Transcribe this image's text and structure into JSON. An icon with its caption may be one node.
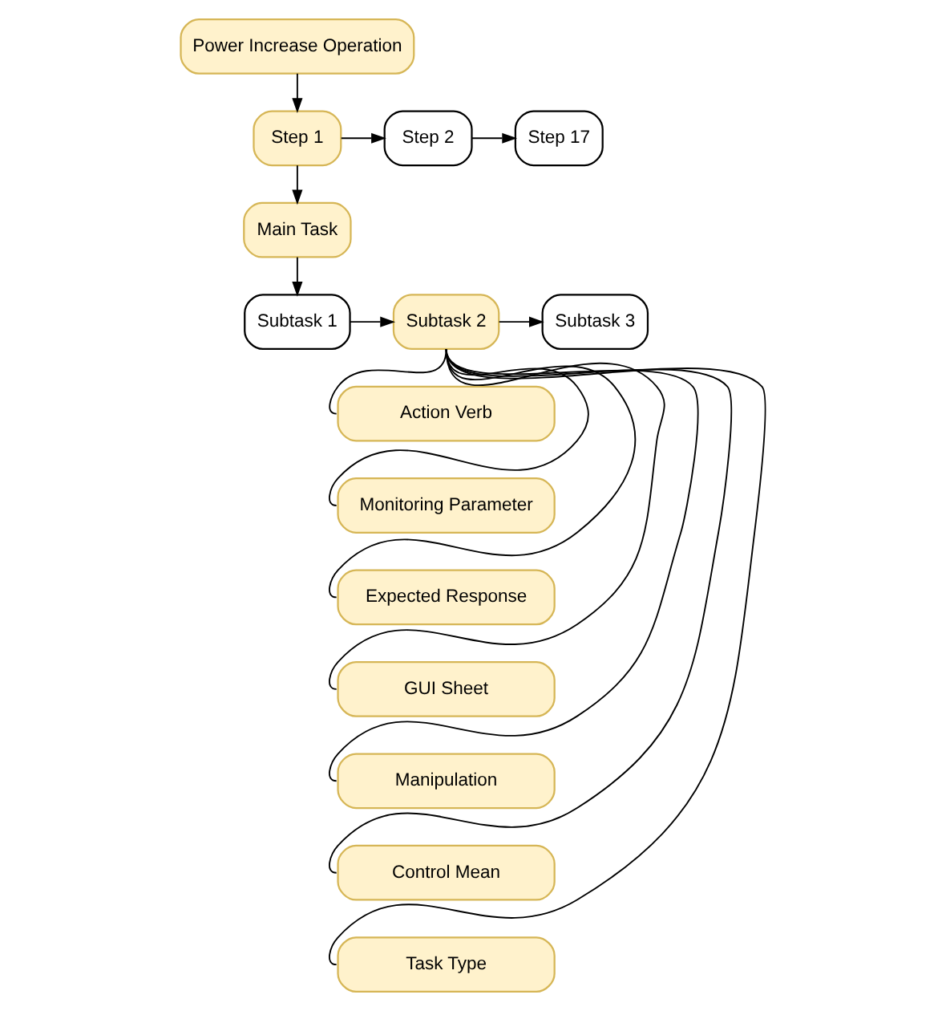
{
  "diagram": {
    "nodes": [
      {
        "text": [
          "Power Increase Operation"
        ]
      },
      {
        "text": [
          "Step 1"
        ]
      },
      {
        "text": [
          "Step 2"
        ]
      },
      {
        "text": [
          "Step 17"
        ]
      },
      {
        "text": [
          "Main Task"
        ]
      },
      {
        "text": [
          "Subtask 1"
        ]
      },
      {
        "text": [
          "Subtask 2"
        ]
      },
      {
        "text": [
          "Subtask 3"
        ]
      },
      {
        "text": [
          "Action Verb"
        ]
      },
      {
        "text": [
          "Monitoring Parameter"
        ]
      },
      {
        "text": [
          "Expected Response"
        ]
      },
      {
        "text": [
          "GUI Sheet"
        ]
      },
      {
        "text": [
          "Manipulation"
        ]
      },
      {
        "text": [
          "Control Mean"
        ]
      },
      {
        "text": [
          "Task Type"
        ]
      }
    ],
    "edges": [
      {
        "from": 0,
        "to": 1,
        "arrow": "to"
      },
      {
        "from": 1,
        "to": 2,
        "arrow": "to"
      },
      {
        "from": 2,
        "to": 3,
        "arrow": "to"
      },
      {
        "from": 1,
        "to": 4,
        "arrow": "to"
      },
      {
        "from": 4,
        "to": 5,
        "arrow": "to"
      },
      {
        "from": 5,
        "to": 6,
        "arrow": "to"
      },
      {
        "from": 6,
        "to": 7,
        "arrow": "to"
      },
      {
        "from": 6,
        "to": 8,
        "arrow": "none"
      },
      {
        "from": 6,
        "to": 9,
        "arrow": "none"
      },
      {
        "from": 6,
        "to": 10,
        "arrow": "none"
      },
      {
        "from": 6,
        "to": 11,
        "arrow": "none"
      },
      {
        "from": 6,
        "to": 12,
        "arrow": "none"
      },
      {
        "from": 6,
        "to": 13,
        "arrow": "none"
      },
      {
        "from": 6,
        "to": 14,
        "arrow": "none"
      }
    ]
  }
}
